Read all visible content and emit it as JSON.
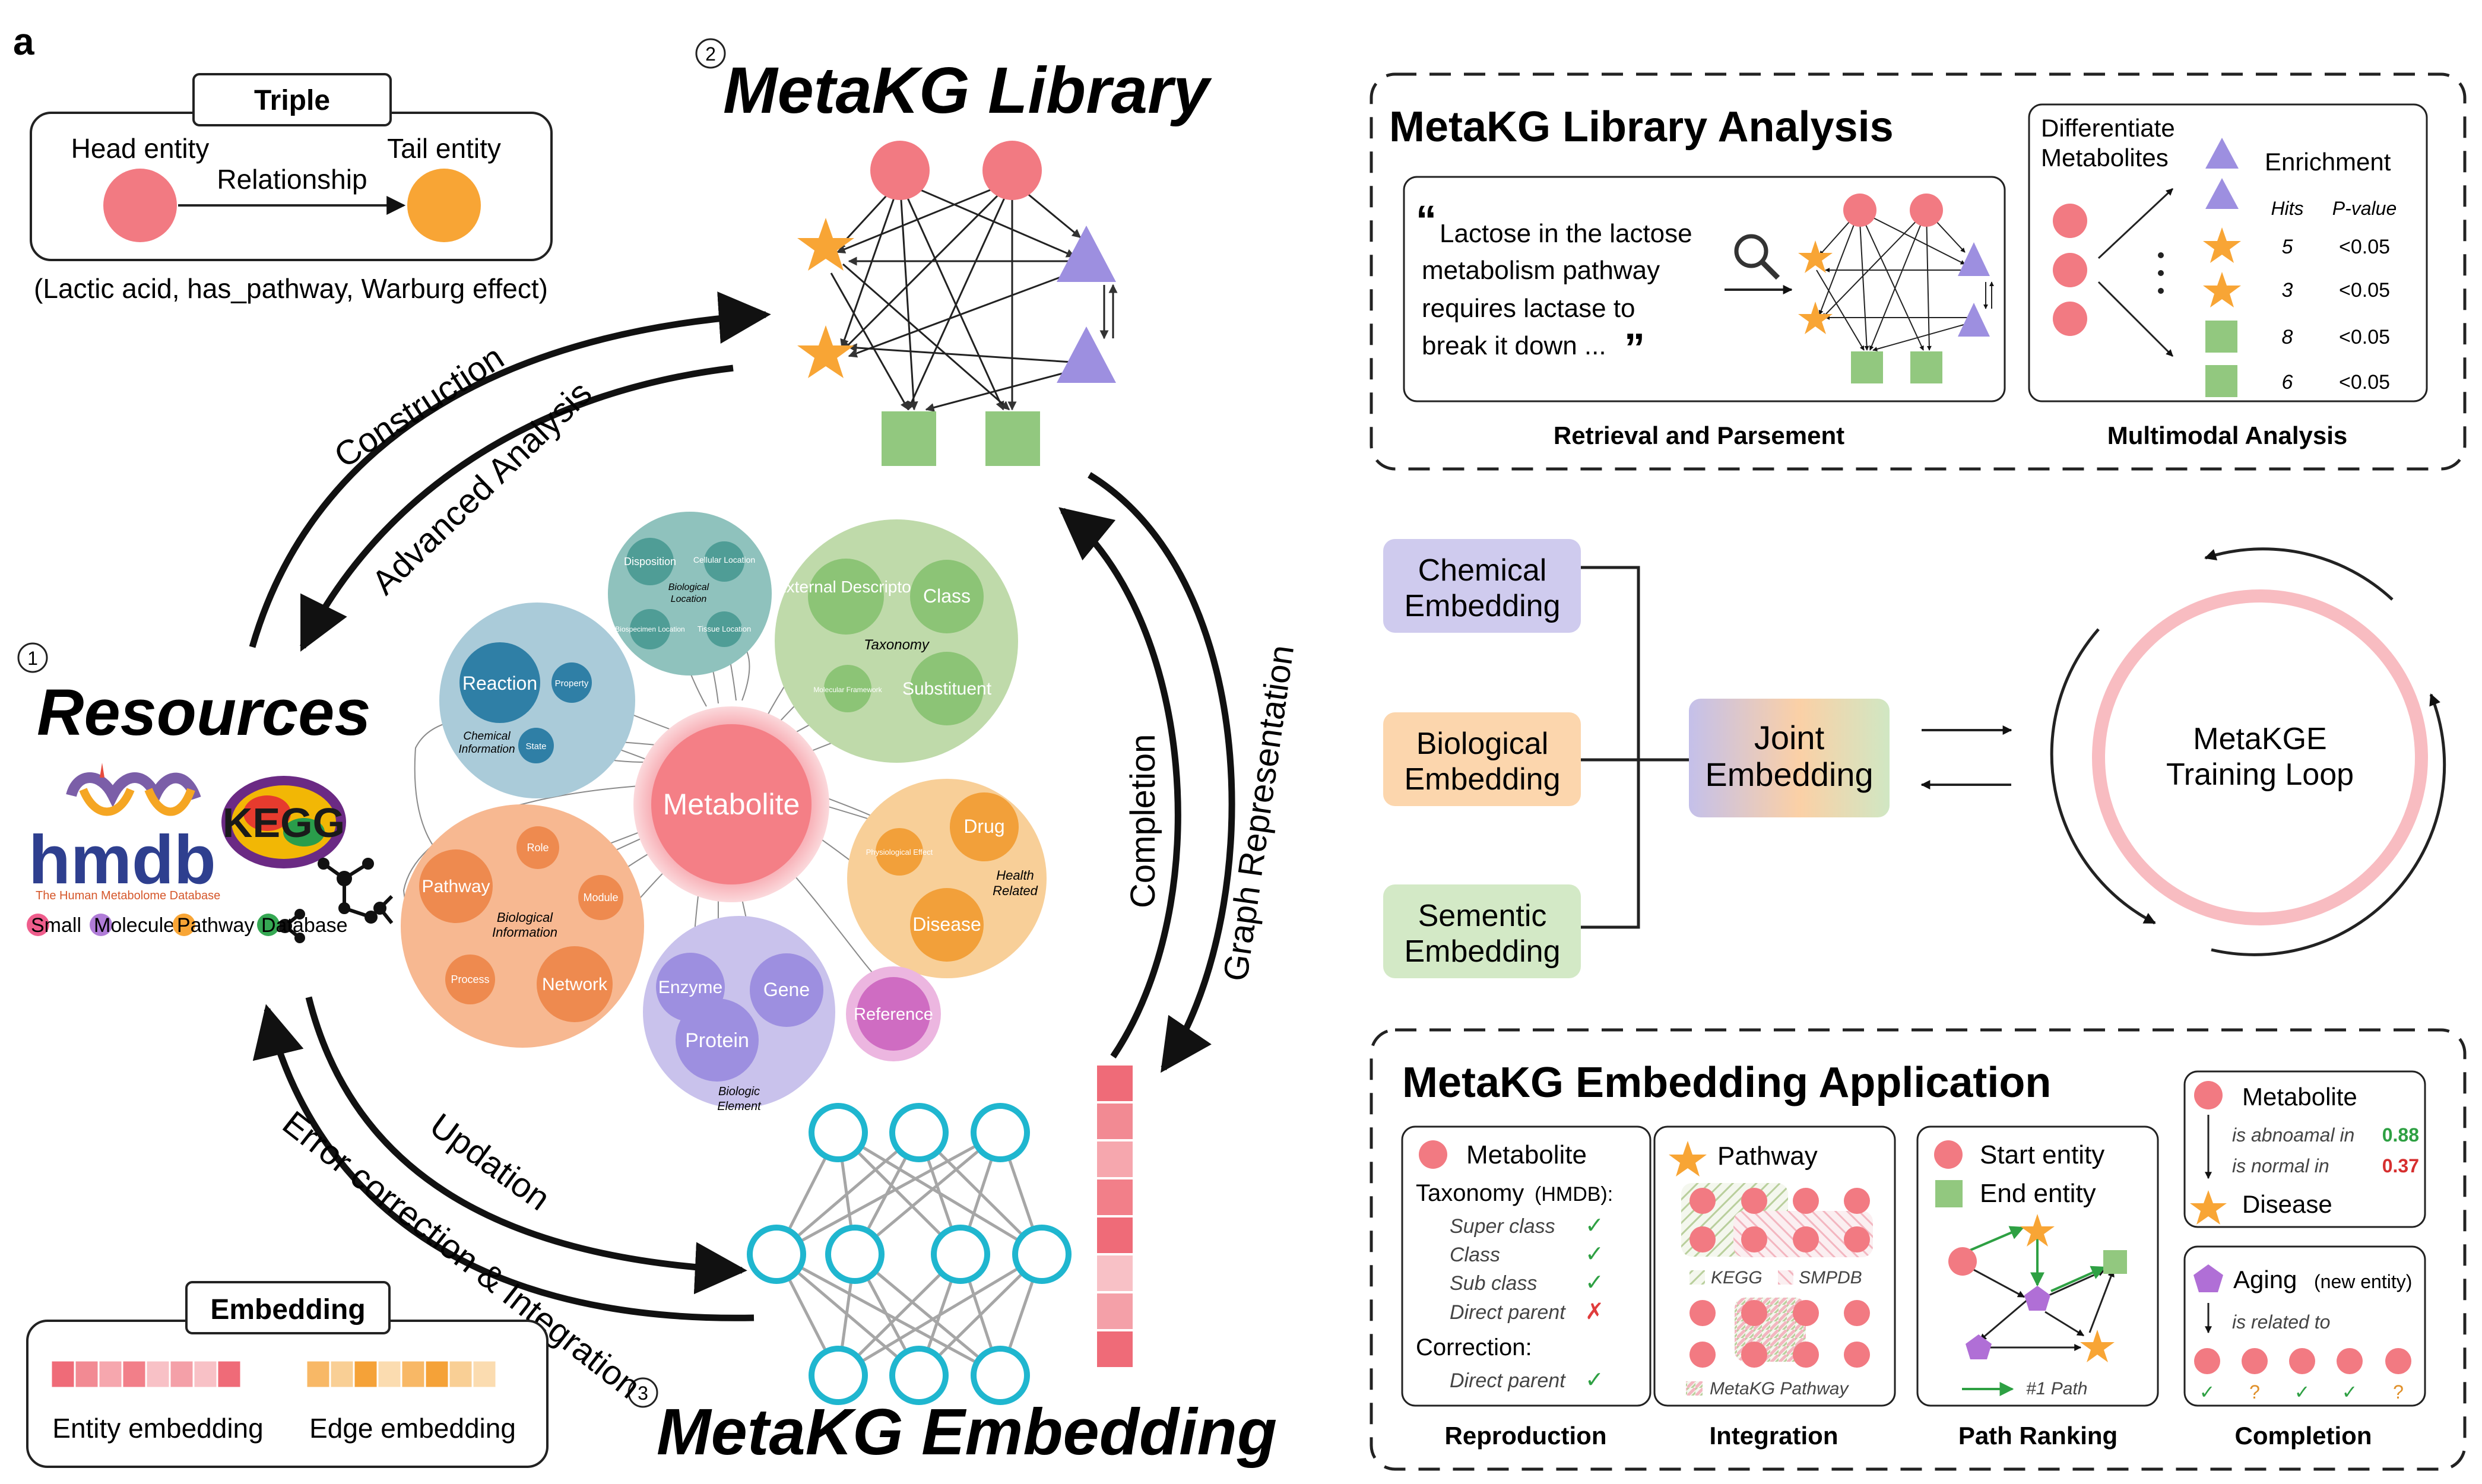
{
  "panel_letter": "a",
  "cycle": {
    "resources": {
      "number": "1",
      "title": "Resources"
    },
    "library": {
      "number": "2",
      "title": "MetaKG Library"
    },
    "embedding": {
      "number": "3",
      "title": "MetaKG Embedding"
    },
    "arrows": {
      "construction": "Construction",
      "advanced_analysis": "Advanced Analysis",
      "completion": "Completion",
      "graph_representation": "Graph Representation",
      "updation": "Updation",
      "error_correction": "Error correction & Integration"
    }
  },
  "triple_box": {
    "title": "Triple",
    "head": "Head entity",
    "tail": "Tail entity",
    "relationship": "Relationship",
    "example": "(Lactic acid, has_pathway, Warburg effect)"
  },
  "embedding_box": {
    "title": "Embedding",
    "entity": "Entity embedding",
    "edge": "Edge embedding"
  },
  "resources_logos": {
    "hmdb": "hmdb",
    "hmdb_sub": "The Human Metabolome Database",
    "kegg": "KEGG",
    "smpdb": [
      "Small",
      "Molecule",
      "Pathway",
      "Database"
    ]
  },
  "schema": {
    "center": "Metabolite",
    "chemical": {
      "main": "Reaction",
      "items": [
        "Property",
        "State"
      ],
      "caption": [
        "Chemical",
        "Information"
      ]
    },
    "biological_location": {
      "items": [
        "Disposition",
        "Cellular Location",
        "Biospecimen Location",
        "Tissue Location"
      ],
      "caption": [
        "Biological",
        "Location"
      ]
    },
    "taxonomy": {
      "items": [
        "External Descriptor",
        "Class",
        "Molecular Framework",
        "Substituent"
      ],
      "caption": "Taxonomy"
    },
    "health": {
      "items": [
        "Drug",
        "Physiological Effect",
        "Disease"
      ],
      "caption": [
        "Health",
        "Related"
      ]
    },
    "bio_info": {
      "items": [
        "Pathway",
        "Role",
        "Module",
        "Process",
        "Network"
      ],
      "caption": [
        "Biological",
        "Information"
      ]
    },
    "bio_element": {
      "items": [
        "Enzyme",
        "Gene",
        "Protein"
      ],
      "caption": [
        "Biologic",
        "Element"
      ]
    },
    "reference": "Reference"
  },
  "library_analysis": {
    "title": "MetaKG Library Analysis",
    "quote_lines": [
      "Lactose in the lactose",
      "metabolism pathway",
      "requires lactase to",
      "break it down ..."
    ],
    "label_retrieval": "Retrieval and Parsement",
    "label_multimodal": "Multimodal Analysis",
    "diff_title": [
      "Differentiate",
      "Metabolites"
    ],
    "enrichment": "Enrichment",
    "hits_header": "Hits",
    "pvalue_header": "P-value",
    "rows": [
      {
        "hits": "5",
        "p": "<0.05"
      },
      {
        "hits": "3",
        "p": "<0.05"
      },
      {
        "hits": "8",
        "p": "<0.05"
      },
      {
        "hits": "6",
        "p": "<0.05"
      }
    ]
  },
  "training": {
    "chemical": [
      "Chemical",
      "Embedding"
    ],
    "biological": [
      "Biological",
      "Embedding"
    ],
    "semantic": [
      "Sementic",
      "Embedding"
    ],
    "joint": [
      "Joint",
      "Embedding"
    ],
    "loop": [
      "MetaKGE",
      "Training Loop"
    ]
  },
  "application": {
    "title": "MetaKG Embedding Application",
    "reproduction": {
      "legend": "Metabolite",
      "taxonomy": "Taxonomy",
      "taxonomy_source": "(HMDB):",
      "rows": [
        {
          "label": "Super class",
          "mark": "✓"
        },
        {
          "label": "Class",
          "mark": "✓"
        },
        {
          "label": "Sub class",
          "mark": "✓"
        },
        {
          "label": "Direct parent",
          "mark": "✗"
        }
      ],
      "correction": "Correction:",
      "correction_row": {
        "label": "Direct parent",
        "mark": "✓"
      },
      "caption": "Reproduction"
    },
    "integration": {
      "legend": "Pathway",
      "kegg": "KEGG",
      "smpdb": "SMPDB",
      "metakg": "MetaKG Pathway",
      "caption": "Integration"
    },
    "path_ranking": {
      "start": "Start entity",
      "end": "End entity",
      "path": "#1 Path",
      "caption": "Path Ranking"
    },
    "completion": {
      "metabolite": "Metabolite",
      "abnormal": "is abnoamal in",
      "abnormal_score": "0.88",
      "normal": "is normal in",
      "normal_score": "0.37",
      "disease": "Disease",
      "aging": "Aging",
      "new_entity": "(new entity)",
      "related": "is related to",
      "marks": [
        "✓",
        "?",
        "✓",
        "✓",
        "?"
      ],
      "caption": "Completion"
    }
  },
  "colors": {
    "red": "#f27a82",
    "orange": "#f8a535",
    "purple": "#9d8fe0",
    "green": "#92c87f",
    "teal": "#1fb6cf"
  }
}
